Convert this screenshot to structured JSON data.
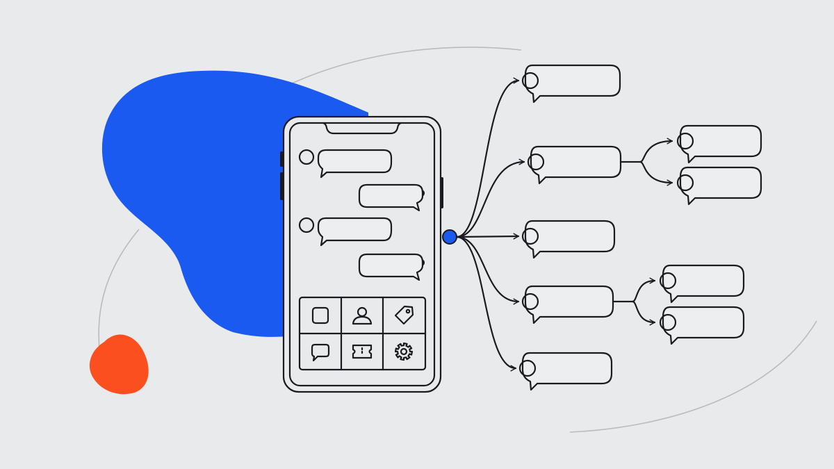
{
  "colors": {
    "background": "#e9eaec",
    "accent_blue": "#1a5af0",
    "accent_orange": "#fb4f1f",
    "line": "#1b1b1f",
    "orbit": "#b9bbbf"
  },
  "phone": {
    "chat_messages": [
      {
        "side": "left"
      },
      {
        "side": "right"
      },
      {
        "side": "left"
      },
      {
        "side": "right"
      }
    ],
    "menu_icons": [
      "square-icon",
      "user-icon",
      "tag-icon",
      "chat-icon",
      "ticket-icon",
      "gear-icon"
    ]
  },
  "flow": {
    "branches": [
      {
        "children": 0
      },
      {
        "children": 2
      },
      {
        "children": 0
      },
      {
        "children": 2
      },
      {
        "children": 0
      }
    ]
  }
}
